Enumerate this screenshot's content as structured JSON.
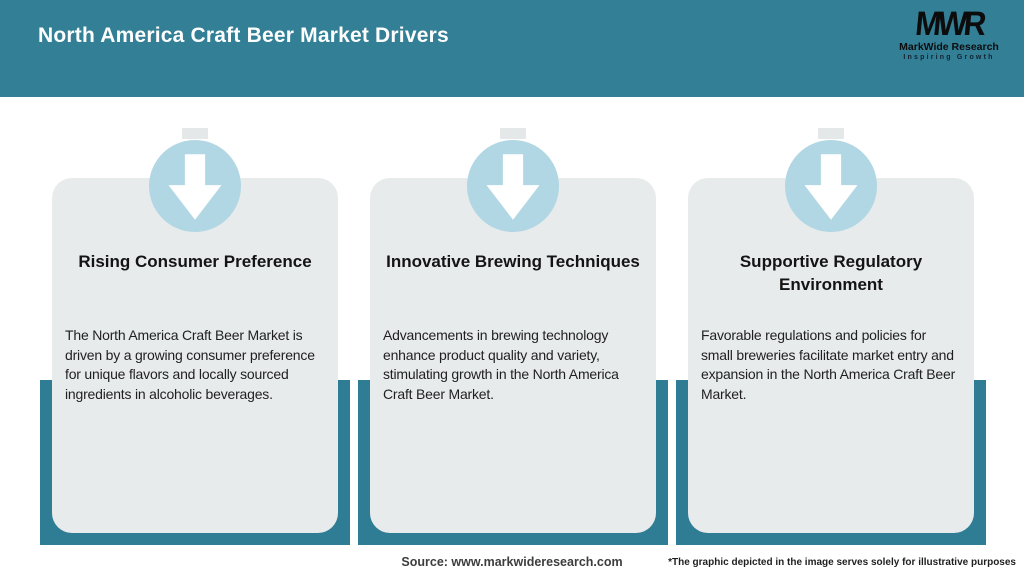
{
  "header": {
    "title": "North America Craft Beer Market Drivers"
  },
  "logo": {
    "monogram": "MWR",
    "name": "MarkWide Research",
    "tagline": "Inspiring Growth"
  },
  "cards": [
    {
      "icon": "down-arrow-icon",
      "title": "Rising Consumer Preference",
      "body": "The North America Craft Beer Market is driven by a growing consumer preference for unique flavors and locally sourced ingredients in alcoholic beverages."
    },
    {
      "icon": "down-arrow-icon",
      "title": "Innovative Brewing Techniques",
      "body": "Advancements in brewing technology enhance product quality and variety, stimulating growth in the North America Craft Beer Market."
    },
    {
      "icon": "down-arrow-icon",
      "title": "Supportive Regulatory Environment",
      "body": "Favorable regulations and policies for small breweries facilitate market entry and expansion in the North America Craft Beer Market."
    }
  ],
  "footer": {
    "source": "Source: www.markwideresearch.com",
    "disclaimer": "*The graphic depicted in the image serves solely for illustrative purposes"
  },
  "colors": {
    "header_bg": "#327f96",
    "accent_teal": "#2f7d94",
    "card_bg": "#e8ebec",
    "circle_blue": "#b0d7e3",
    "arrow_white": "#ffffff"
  }
}
